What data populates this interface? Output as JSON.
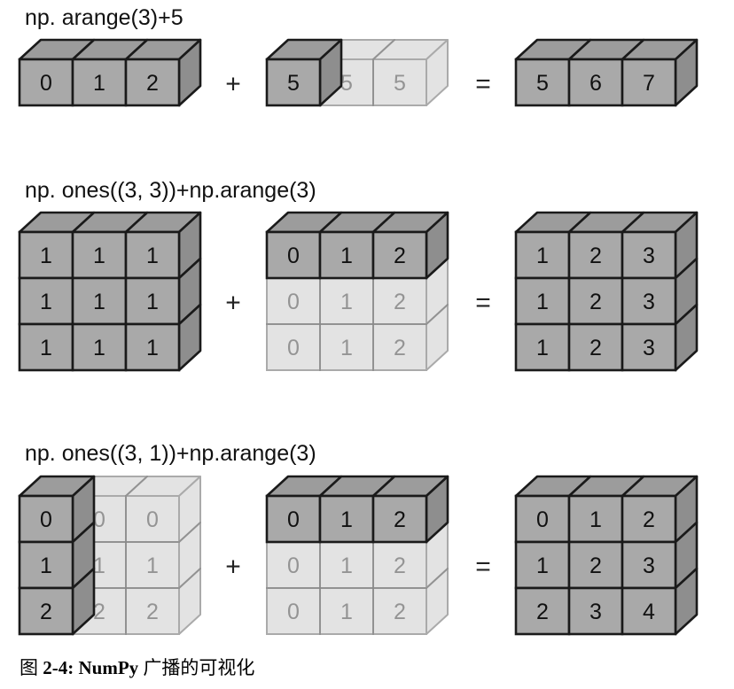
{
  "colors": {
    "solid_fill": "#a9a9a9",
    "solid_top": "#9c9c9c",
    "solid_side": "#8e8e8e",
    "stroke": "#1a1a1a",
    "ghost_fill": "#d9d9d9",
    "ghost_stroke": "#8a8a8a",
    "ghost_text": "#6b6b6b"
  },
  "operators": {
    "plus": "+",
    "equals": "="
  },
  "caption": {
    "label": "图",
    "number": "2-4:",
    "brand": "NumPy",
    "text": "广播的可视化"
  },
  "rows": [
    {
      "title": "np. arange(3)+5",
      "blocks": [
        {
          "name": "operand-a",
          "values": [
            [
              0,
              1,
              2
            ]
          ],
          "ghost": [
            [
              false,
              false,
              false
            ]
          ]
        },
        {
          "name": "operand-b",
          "values": [
            [
              5,
              5,
              5
            ]
          ],
          "ghost": [
            [
              false,
              true,
              true
            ]
          ]
        },
        {
          "name": "result",
          "values": [
            [
              5,
              6,
              7
            ]
          ],
          "ghost": [
            [
              false,
              false,
              false
            ]
          ]
        }
      ]
    },
    {
      "title": "np. ones((3, 3))+np.arange(3)",
      "blocks": [
        {
          "name": "operand-a",
          "values": [
            [
              1,
              1,
              1
            ],
            [
              1,
              1,
              1
            ],
            [
              1,
              1,
              1
            ]
          ],
          "ghost": [
            [
              false,
              false,
              false
            ],
            [
              false,
              false,
              false
            ],
            [
              false,
              false,
              false
            ]
          ]
        },
        {
          "name": "operand-b",
          "values": [
            [
              0,
              1,
              2
            ],
            [
              0,
              1,
              2
            ],
            [
              0,
              1,
              2
            ]
          ],
          "ghost": [
            [
              false,
              false,
              false
            ],
            [
              true,
              true,
              true
            ],
            [
              true,
              true,
              true
            ]
          ]
        },
        {
          "name": "result",
          "values": [
            [
              1,
              2,
              3
            ],
            [
              1,
              2,
              3
            ],
            [
              1,
              2,
              3
            ]
          ],
          "ghost": [
            [
              false,
              false,
              false
            ],
            [
              false,
              false,
              false
            ],
            [
              false,
              false,
              false
            ]
          ]
        }
      ]
    },
    {
      "title": "np. ones((3, 1))+np.arange(3)",
      "blocks": [
        {
          "name": "operand-a",
          "values": [
            [
              0,
              0,
              0
            ],
            [
              1,
              1,
              1
            ],
            [
              2,
              2,
              2
            ]
          ],
          "ghost": [
            [
              false,
              true,
              true
            ],
            [
              false,
              true,
              true
            ],
            [
              false,
              true,
              true
            ]
          ]
        },
        {
          "name": "operand-b",
          "values": [
            [
              0,
              1,
              2
            ],
            [
              0,
              1,
              2
            ],
            [
              0,
              1,
              2
            ]
          ],
          "ghost": [
            [
              false,
              false,
              false
            ],
            [
              true,
              true,
              true
            ],
            [
              true,
              true,
              true
            ]
          ]
        },
        {
          "name": "result",
          "values": [
            [
              0,
              1,
              2
            ],
            [
              1,
              2,
              3
            ],
            [
              2,
              3,
              4
            ]
          ],
          "ghost": [
            [
              false,
              false,
              false
            ],
            [
              false,
              false,
              false
            ],
            [
              false,
              false,
              false
            ]
          ]
        }
      ]
    }
  ]
}
